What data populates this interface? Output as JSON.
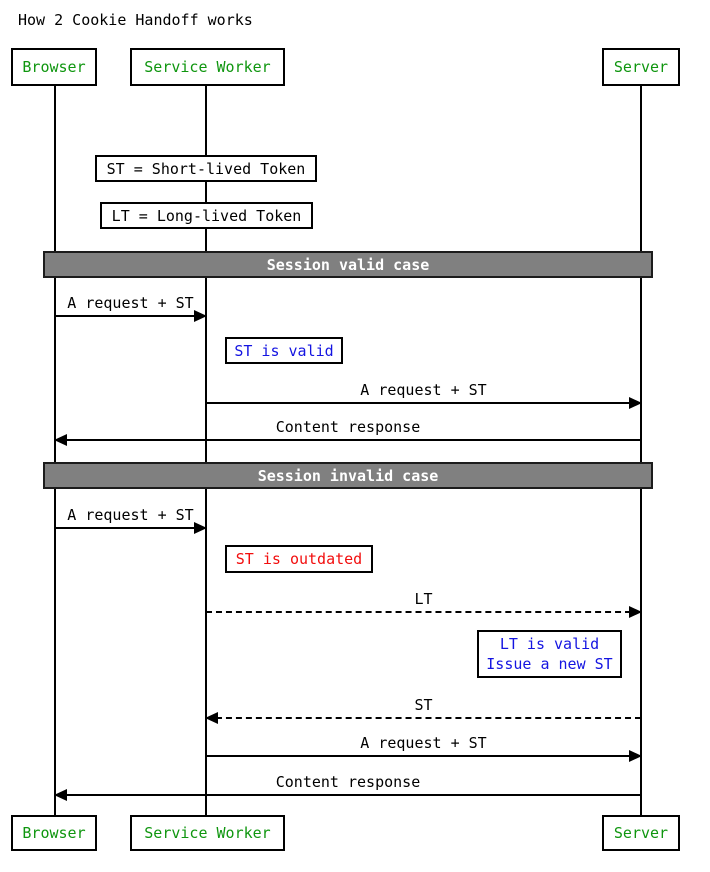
{
  "title": "How 2 Cookie Handoff works",
  "actors": {
    "browser": "Browser",
    "service_worker": "Service Worker",
    "server": "Server"
  },
  "sections": {
    "valid": "Session valid case",
    "invalid": "Session invalid case"
  },
  "notes": {
    "st_definition": "ST = Short-lived Token",
    "lt_definition": "LT = Long-lived Token",
    "st_valid": "ST is valid",
    "st_outdated": "ST is outdated",
    "lt_valid_line1": "LT is valid",
    "lt_valid_line2": "Issue a new ST"
  },
  "messages": {
    "m1": "A request + ST",
    "m2": "A request + ST",
    "m3": "Content response",
    "m4": "A request + ST",
    "m5": "LT",
    "m6": "ST",
    "m7": "A request + ST",
    "m8": "Content response"
  },
  "colors": {
    "line": "#000000",
    "actor_text": "#0f960f",
    "note_info": "#1414e1",
    "note_error": "#f20d0d",
    "divider_bg": "#808080",
    "divider_border": "#1c1c1c",
    "divider_text": "#ffffff"
  }
}
